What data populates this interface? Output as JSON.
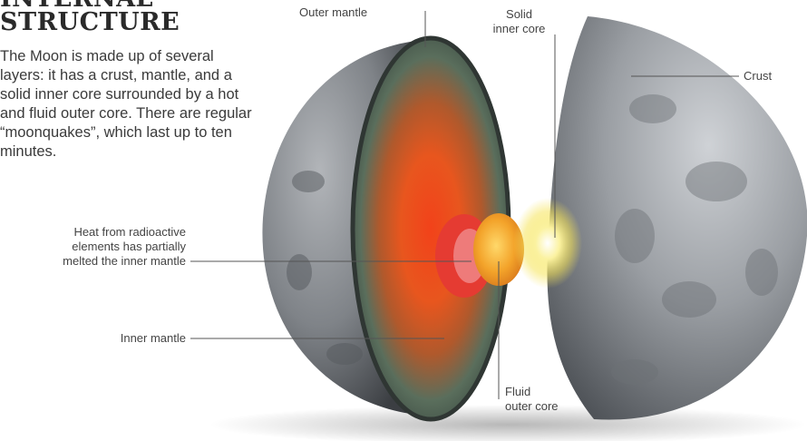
{
  "heading": {
    "line1": "INTERNAL",
    "line2": "STRUCTURE"
  },
  "intro": "The Moon is made up of several layers: it has a crust, mantle, and a solid inner core surrounded by a hot and fluid outer core. There are regular “moonquakes”, which last up to ten minutes.",
  "labels": {
    "outer_mantle": "Outer mantle",
    "solid_inner_core_1": "Solid",
    "solid_inner_core_2": "inner core",
    "crust": "Crust",
    "heat_1": "Heat from radioactive",
    "heat_2": "elements has partially",
    "heat_3": "melted the inner mantle",
    "inner_mantle": "Inner mantle",
    "fluid_outer_core_1": "Fluid",
    "fluid_outer_core_2": "outer core"
  },
  "colors": {
    "moon_gray": "#8a8d92",
    "mantle_green": "#5a6e5c",
    "mantle_orange": "#e8561e",
    "inner_core_yellow": "#f6e45a",
    "outer_core_orange": "#f3a32a"
  }
}
